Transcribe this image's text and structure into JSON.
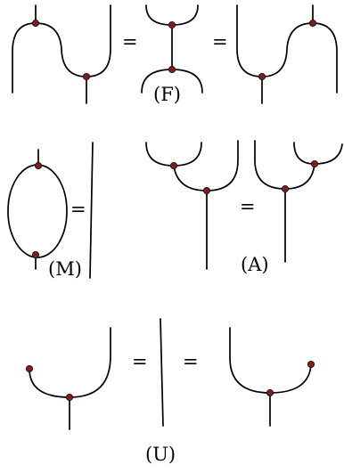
{
  "relations": {
    "frobenius": {
      "label": "(F)",
      "equals": [
        "=",
        "="
      ]
    },
    "special": {
      "label": "(M)",
      "equals": [
        "="
      ]
    },
    "associativity": {
      "label": "(A)",
      "equals": [
        "="
      ]
    },
    "unit": {
      "label": "(U)",
      "equals": [
        "=",
        "="
      ]
    }
  },
  "colors": {
    "stroke": "#000000",
    "node": "#7a1f1f"
  }
}
